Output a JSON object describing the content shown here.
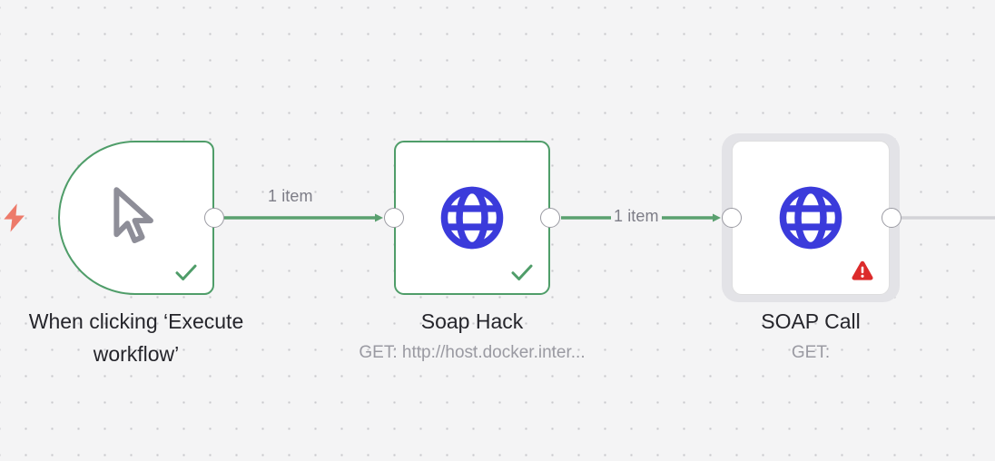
{
  "canvas": {
    "background_color": "#f4f4f5",
    "grid_dot_color": "#c9c9cd",
    "grid_spacing": "29"
  },
  "colors": {
    "success_green": "#4f9d69",
    "connector_green": "#5aa06f",
    "globe_blue": "#3b3bdb",
    "warning_red": "#dc2b2b",
    "trigger_bolt": "#ed7a6a",
    "selection_halo": "#e3e3e7",
    "idle_connector": "#d3d3d7",
    "label_gray": "#7d7d87",
    "title_black": "#25252b"
  },
  "workflow": {
    "nodes": [
      {
        "id": "trigger",
        "title": "When clicking ‘Execute\nworkflow’",
        "subtitle": "",
        "icon": "mouse-cursor-icon",
        "status": "success",
        "status_icon": "check-icon",
        "selected": false,
        "shape": "trigger-pill"
      },
      {
        "id": "soap-hack",
        "title": "Soap Hack",
        "subtitle": "GET: http://host.docker.inter...",
        "icon": "globe-icon",
        "status": "success",
        "status_icon": "check-icon",
        "selected": false,
        "shape": "square"
      },
      {
        "id": "soap-call",
        "title": "SOAP Call",
        "subtitle": "GET:",
        "icon": "globe-icon",
        "status": "warning",
        "status_icon": "warning-triangle-icon",
        "selected": true,
        "shape": "square"
      }
    ],
    "connections": [
      {
        "id": "trigger-to-soap-hack",
        "from": "trigger",
        "to": "soap-hack",
        "label": "1 item",
        "state": "executed"
      },
      {
        "id": "soap-hack-to-soap-call",
        "from": "soap-hack",
        "to": "soap-call",
        "label": "1 item",
        "state": "executed"
      },
      {
        "id": "soap-call-outgoing",
        "from": "soap-call",
        "to": "",
        "label": "",
        "state": "idle"
      }
    ]
  }
}
